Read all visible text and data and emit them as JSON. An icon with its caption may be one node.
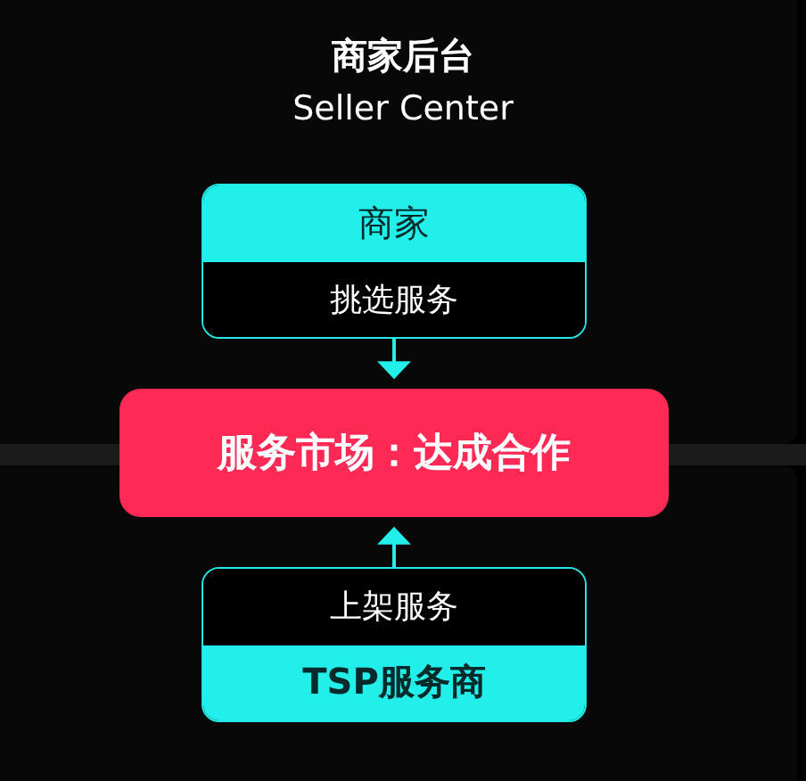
{
  "diagram": {
    "title": "商家后台",
    "nodes": [
      {
        "text": [
          "商家",
          "挑选服务"
        ]
      },
      {
        "text": [
          "服务市场：达成合作"
        ]
      },
      {
        "text": [
          "上架服务",
          "TSP服务商"
        ]
      }
    ],
    "edges": [
      {
        "from": 0,
        "to": 1,
        "arrow": "to"
      },
      {
        "from": 2,
        "to": 1,
        "arrow": "to"
      }
    ],
    "labels": [
      "Seller Center"
    ]
  }
}
